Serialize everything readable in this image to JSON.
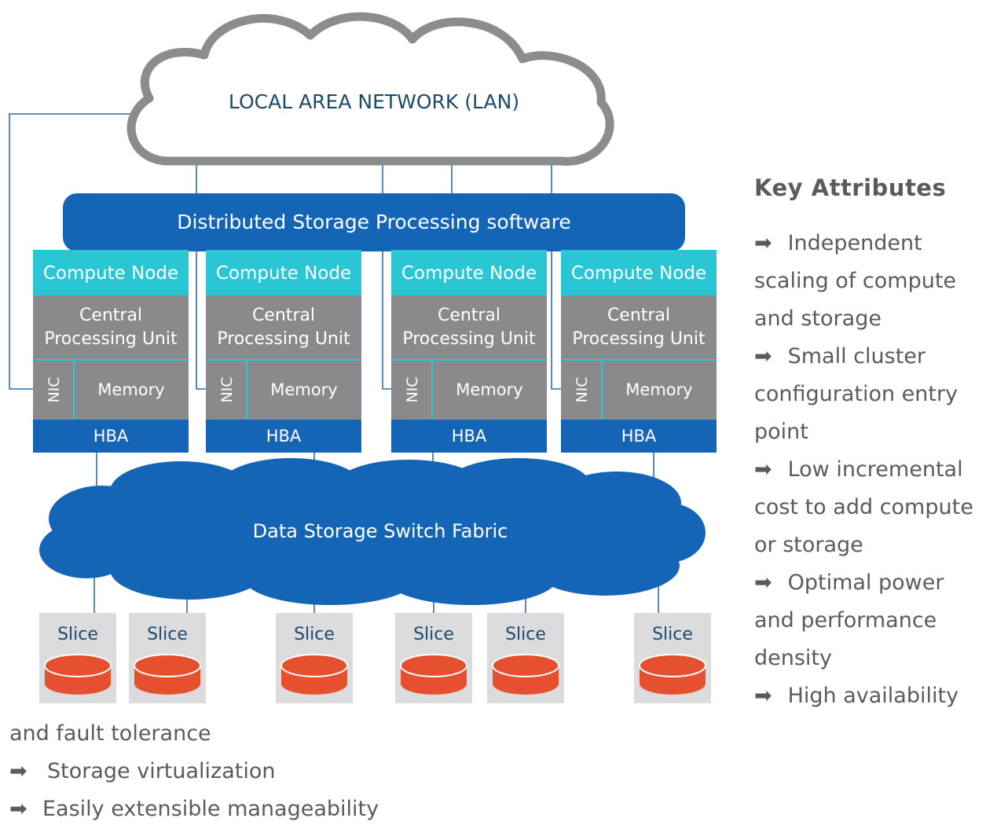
{
  "lan": {
    "label": "LOCAL AREA NETWORK (LAN)"
  },
  "software": {
    "label": "Distributed Storage Processing software"
  },
  "nodes": [
    {
      "header": "Compute Node",
      "cpu_line1": "Central",
      "cpu_line2": "Processing Unit",
      "nic": "NIC",
      "memory": "Memory",
      "hba": "HBA"
    },
    {
      "header": "Compute Node",
      "cpu_line1": "Central",
      "cpu_line2": "Processing Unit",
      "nic": "NIC",
      "memory": "Memory",
      "hba": "HBA"
    },
    {
      "header": "Compute Node",
      "cpu_line1": "Central",
      "cpu_line2": "Processing Unit",
      "nic": "NIC",
      "memory": "Memory",
      "hba": "HBA"
    },
    {
      "header": "Compute Node",
      "cpu_line1": "Central",
      "cpu_line2": "Processing Unit",
      "nic": "NIC",
      "memory": "Memory",
      "hba": "HBA"
    }
  ],
  "fabric": {
    "label": "Data Storage Switch Fabric"
  },
  "slices": [
    "Slice",
    "Slice",
    "Slice",
    "Slice",
    "Slice",
    "Slice"
  ],
  "key_attributes": {
    "title": "Key Attributes",
    "arrow": "➡",
    "items": [
      {
        "line1": "Independent",
        "rest": [
          "scaling of compute",
          "and storage"
        ]
      },
      {
        "line1": "Small cluster",
        "rest": [
          "configuration entry",
          "point"
        ]
      },
      {
        "line1": "Low incremental",
        "rest": [
          "cost to add compute",
          "or storage"
        ]
      },
      {
        "line1": "Optimal power",
        "rest": [
          "and performance",
          "density"
        ]
      },
      {
        "line1": "High availability",
        "rest": []
      }
    ]
  },
  "bottom": {
    "continuation": "and fault tolerance",
    "items": [
      "Storage virtualization",
      "Easily extensible manageability"
    ]
  },
  "colors": {
    "cloud_outline": "#8c8c8e",
    "software_bar": "#1565b6",
    "node_header": "#2bc6d4",
    "node_body": "#8a8a8c",
    "hba": "#1565b6",
    "fabric": "#1565b6",
    "slice_box": "#dcdcdf",
    "disk": "#e5512f",
    "text_dark": "#1b4a6b",
    "text_gray": "#5b5b5b"
  }
}
